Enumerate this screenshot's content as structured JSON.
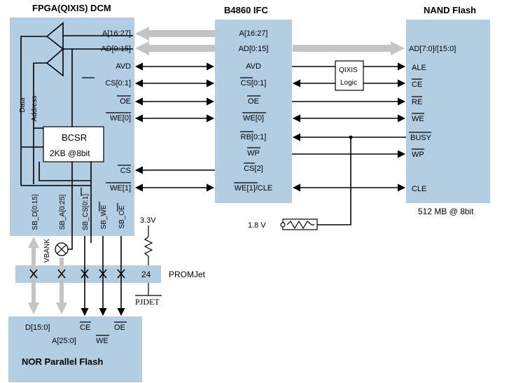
{
  "blocks": {
    "fpga_title": "FPGA(QIXIS) DCM",
    "ifc_title": "B4860 IFC",
    "nand_title": "NAND Flash",
    "nand_size": "512 MB @ 8bit",
    "nor_title": "NOR Parallel Flash",
    "promjet": "PROMJet",
    "promjet_num": "24",
    "bcsr_line1": "BCSR",
    "bcsr_line2": "2KB @8bit",
    "qixis_line1": "QIXIS",
    "qixis_line2": "Logic"
  },
  "fpga_signals": [
    "A[16:27]",
    "AD[0:15]",
    "AVD",
    "CS[0:1]",
    "OE",
    "WE[0]",
    "CS",
    "WE[1]"
  ],
  "ifc_signals": [
    "A[16:27]",
    "AD[0:15]",
    "AVD",
    "CS[0:1]",
    "OE",
    "WE[0]",
    "RB[0:1]",
    "WP",
    "CS[2]",
    "WE[1]/CLE"
  ],
  "nand_signals": [
    "AD[7:0]/[15:0]",
    "ALE",
    "CE",
    "RE",
    "WE",
    "BUSY",
    "WP",
    "CLE"
  ],
  "fpga_vertical": [
    "SB_D[0:15]",
    "SB_A[0:25]",
    "SB_CS[0:1]",
    "SB_WE",
    "SB_OE"
  ],
  "bus_labels": {
    "data": "Data",
    "address": "Address",
    "vbank": "VBANK"
  },
  "power": {
    "v33": "3.3V",
    "v18": "1.8 V",
    "pjdet": "PJDET"
  },
  "nor_signals": {
    "d": "D[15:0]",
    "a": "A[25:0]",
    "ce": "CE",
    "we": "WE",
    "oe": "OE"
  }
}
